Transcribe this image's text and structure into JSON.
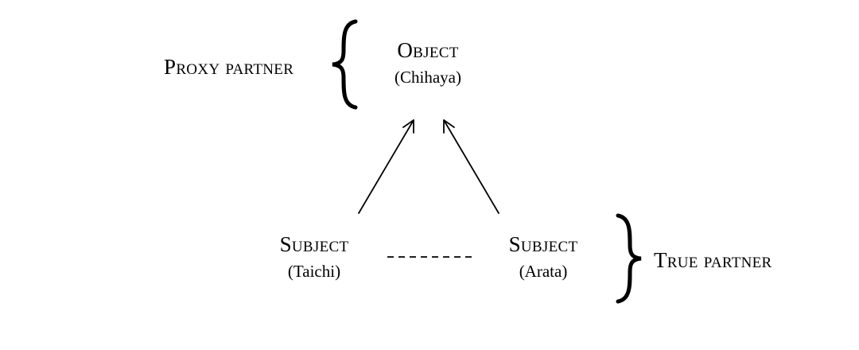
{
  "object_node": {
    "title": "Object",
    "name": "(Chihaya)"
  },
  "subject_left": {
    "title": "Subject",
    "name": "(Taichi)"
  },
  "subject_right": {
    "title": "Subject",
    "name": "(Arata)"
  },
  "proxy_label": "Proxy partner",
  "true_label": "True partner"
}
